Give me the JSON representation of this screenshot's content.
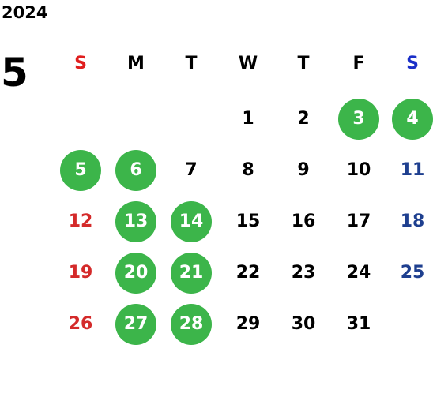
{
  "year": "2024",
  "month": "5",
  "colors": {
    "highlight": "#3cb54a",
    "sunday_header": "#e01e1e",
    "saturday_header": "#1a2fc8",
    "sunday": "#d42a2a",
    "saturday": "#1e3f8f",
    "weekday": "#000000"
  },
  "weekdays": [
    "S",
    "M",
    "T",
    "W",
    "T",
    "F",
    "S"
  ],
  "weeks": [
    [
      "",
      "",
      "",
      "1",
      "2",
      "3",
      "4"
    ],
    [
      "5",
      "6",
      "7",
      "8",
      "9",
      "10",
      "11"
    ],
    [
      "12",
      "13",
      "14",
      "15",
      "16",
      "17",
      "18"
    ],
    [
      "19",
      "20",
      "21",
      "22",
      "23",
      "24",
      "25"
    ],
    [
      "26",
      "27",
      "28",
      "29",
      "30",
      "31",
      ""
    ]
  ],
  "highlighted_days": [
    "3",
    "4",
    "5",
    "6",
    "13",
    "14",
    "20",
    "21",
    "27",
    "28"
  ]
}
